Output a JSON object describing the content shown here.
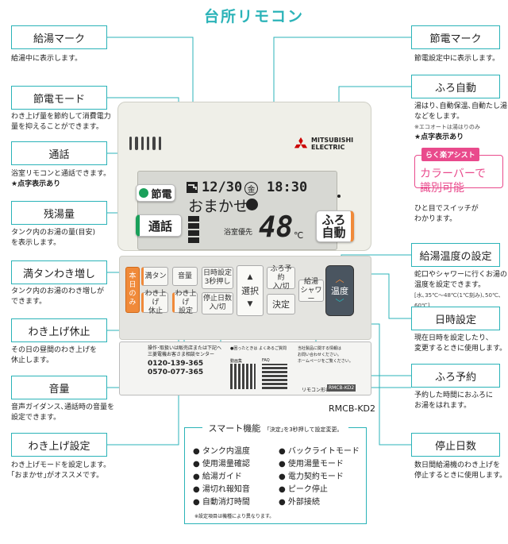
{
  "page_title": "台所リモコン",
  "labels": {
    "kyutou_mark": {
      "title": "給湯マーク",
      "desc": "給湯中に表示します。"
    },
    "setsuden_mode": {
      "title": "節電モード",
      "desc": [
        "わき上げ量を節約して消費電力",
        "量を抑えることができます。"
      ]
    },
    "tsuwa": {
      "title": "通話",
      "desc": "浴室リモコンと通話できます。",
      "note": "★点字表示あり"
    },
    "zanyu": {
      "title": "残湯量",
      "desc": [
        "タンク内のお湯の量(目安)",
        "を表示します。"
      ]
    },
    "mantan": {
      "title": "満タンわき増し",
      "desc": [
        "タンク内のお湯のわき増しが",
        "できます。"
      ]
    },
    "wakiage_kyushi": {
      "title": "わき上げ休止",
      "desc": [
        "その日の昼間のわき上げを",
        "休止します。"
      ]
    },
    "onryo": {
      "title": "音量",
      "desc": [
        "音声ガイダンス､通話時の音量を",
        "設定できます。"
      ]
    },
    "wakiage_settei": {
      "title": "わき上げ設定",
      "desc": [
        "わき上げモードを設定します。",
        "｢おまかせ｣がオススメです。"
      ]
    },
    "setsuden_mark": {
      "title": "節電マーク",
      "desc": "節電設定中に表示します。"
    },
    "furo_jido": {
      "title": "ふろ自動",
      "desc": [
        "湯はり､自動保温､自動たし湯",
        "などをします。"
      ],
      "small": "※エコオートは湯はりのみ",
      "note": "★点字表示あり"
    },
    "kyutou_ondo": {
      "title": "給湯温度の設定",
      "desc": [
        "蛇口やシャワーに行くお湯の",
        "温度を設定できます。"
      ],
      "small": "[水､35℃〜48℃(1℃刻み)､50℃､60℃]"
    },
    "nichiji": {
      "title": "日時設定",
      "desc": [
        "現在日時を設定したり､",
        "変更するときに使用します。"
      ]
    },
    "furo_yoyaku": {
      "title": "ふろ予約",
      "desc": [
        "予約した時間におふろに",
        "お湯をはれます。"
      ]
    },
    "teishi": {
      "title": "停止日数",
      "desc": [
        "数日間給湯機のわき上げを",
        "停止するときに使用します。"
      ]
    }
  },
  "callout": {
    "tag": "らく楽アシスト",
    "big": [
      "カラーバーで",
      "識別可能"
    ],
    "desc": [
      "ひと目でスイッチが",
      "わかります。"
    ]
  },
  "device": {
    "brand": [
      "MITSUBISHI",
      "ELECTRIC"
    ],
    "lcd": {
      "date": "12/30",
      "weekday": "金",
      "time": "18:30",
      "mode": "おまかせ",
      "label_bath": "浴室優先",
      "temp": "48",
      "unit": "℃"
    },
    "buttons": {
      "setsuden": "節電",
      "tsuwa": "通話",
      "furo_jido": [
        "ふろ",
        "自動"
      ],
      "mantan": "満タン",
      "onryo": "音量",
      "honjitsu": [
        "本",
        "日",
        "の",
        "み"
      ],
      "wakiage_kyushi": [
        "わき上げ",
        "休止"
      ],
      "wakiage_settei": [
        "わき上げ",
        "設定"
      ],
      "nichiji": [
        "日時設定",
        "3秒押し"
      ],
      "teishi": [
        "停止日数",
        "入/切"
      ],
      "sentaku": "選択",
      "kettei": "決定",
      "furo_yoyaku": [
        "ふろ予約",
        "入/切"
      ],
      "kyutou_shower": [
        "給湯",
        "シャワー"
      ],
      "ondo": "温度"
    },
    "cover": {
      "line1": "操作･取扱いは販売店または下記へ",
      "line2": "三菱電機お客さま相談センター",
      "phone1": "0120-139-365",
      "phone2": "0570-077-365",
      "qr_title": "●困ったときは よくあるご質問",
      "qr1": "動画集",
      "qr2": "FAQ",
      "note": [
        "当社製品に関する情報は",
        "お問い合わせください。",
        "ホームページをご覧ください。"
      ],
      "model_label": "リモコン形名",
      "model_code": "RMCB-KD2"
    },
    "model": "RMCB-KD2"
  },
  "smart": {
    "title": "スマート機能",
    "title_note": "｢決定｣を3秒押して設定変更。",
    "left": [
      "タンク内温度",
      "使用湯量確認",
      "給湯ガイド",
      "湯切れ報知音",
      "自動消灯時間"
    ],
    "right": [
      "バックライトモード",
      "使用湯量モード",
      "電力契約モード",
      "ピーク停止",
      "外部接続"
    ],
    "footnote": "※設定項目は機種により異なります。"
  }
}
